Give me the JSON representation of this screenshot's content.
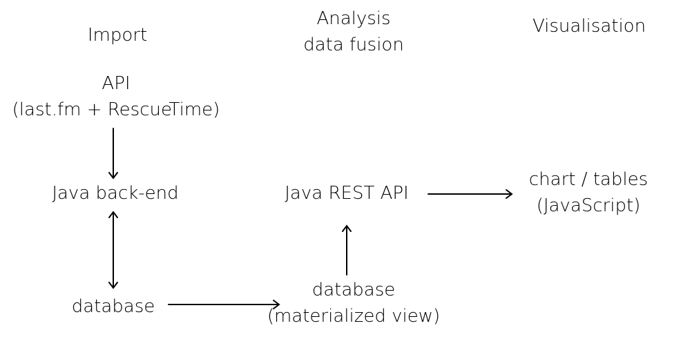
{
  "columns": {
    "import": "Import",
    "analysis_line1": "Analysis",
    "analysis_line2": "data fusion",
    "visualisation": "Visualisation"
  },
  "nodes": {
    "api_line1": "API",
    "api_line2": "(last.fm  + RescueTime)",
    "java_backend": "Java back-end",
    "database_import": "database",
    "java_rest_api": "Java REST API",
    "database_mv_line1": "database",
    "database_mv_line2": "(materialized view)",
    "charts_line1": "chart / tables",
    "charts_line2": "(JavaScript)"
  },
  "colors": {
    "text": "#000000",
    "arrow": "#000000",
    "background": "#ffffff"
  }
}
